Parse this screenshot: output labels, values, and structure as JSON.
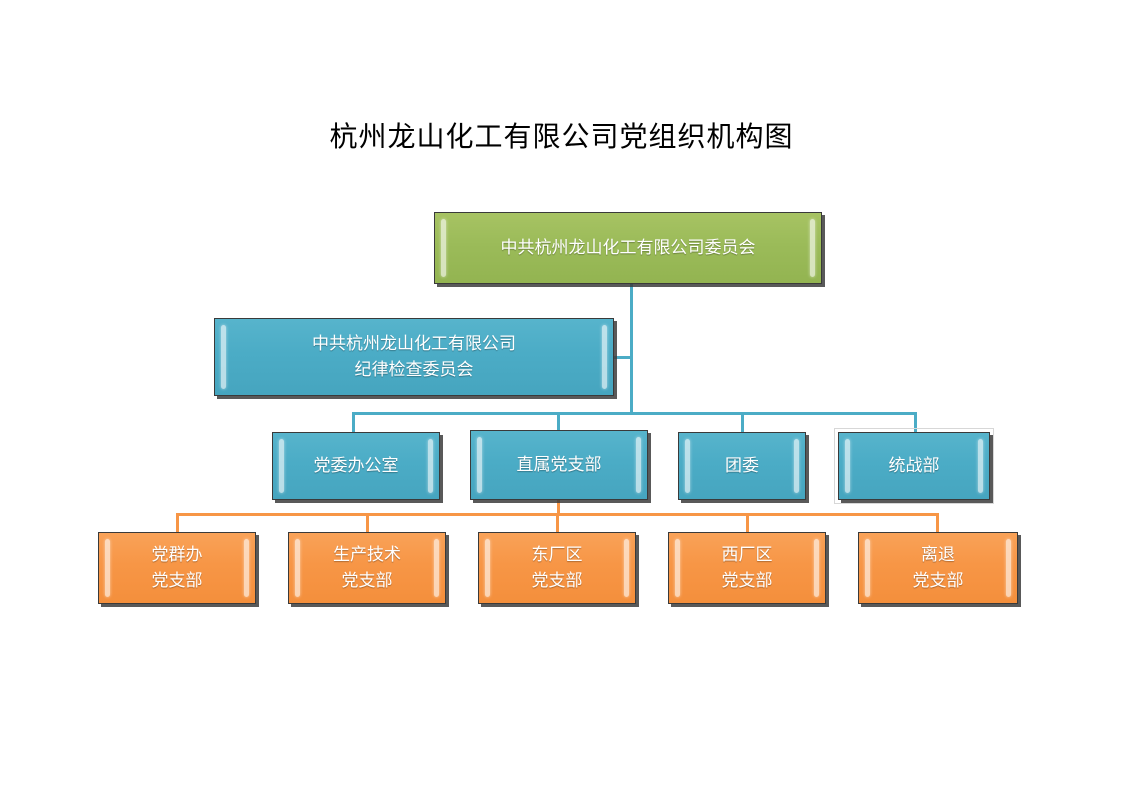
{
  "title": "杭州龙山化工有限公司党组织机构图",
  "colors": {
    "green": "#9BBB59",
    "blue": "#4BACC6",
    "orange": "#F79646",
    "connector_blue": "#4BACC6",
    "connector_orange": "#F79646",
    "text": "#FFFFFF",
    "title_text": "#000000",
    "background": "#FFFFFF",
    "border": "#3A3A3A"
  },
  "chart_data": {
    "type": "diagram",
    "diagram_type": "organization-chart",
    "title": "杭州龙山化工有限公司党组织机构图",
    "levels": 4,
    "nodes": [
      {
        "id": "party-committee",
        "label": "中共杭州龙山化工有限公司委员会",
        "level": 0,
        "color": "#9BBB59",
        "parent": null
      },
      {
        "id": "discipline",
        "label": "中共杭州龙山化工有限公司\n纪律检查委员会",
        "level": 1,
        "color": "#4BACC6",
        "parent": "party-committee",
        "attachment": "assistant-left"
      },
      {
        "id": "office",
        "label": "党委办公室",
        "level": 2,
        "color": "#4BACC6",
        "parent": "party-committee"
      },
      {
        "id": "direct-branch",
        "label": "直属党支部",
        "level": 2,
        "color": "#4BACC6",
        "parent": "party-committee"
      },
      {
        "id": "youth-league",
        "label": "团委",
        "level": 2,
        "color": "#4BACC6",
        "parent": "party-committee"
      },
      {
        "id": "united-front",
        "label": "统战部",
        "level": 2,
        "color": "#4BACC6",
        "parent": "party-committee"
      },
      {
        "id": "mass-org",
        "label": "党群办\n党支部",
        "level": 3,
        "color": "#F79646",
        "parent": "direct-branch"
      },
      {
        "id": "production",
        "label": "生产技术\n党支部",
        "level": 3,
        "color": "#F79646",
        "parent": "direct-branch"
      },
      {
        "id": "east-plant",
        "label": "东厂区\n党支部",
        "level": 3,
        "color": "#F79646",
        "parent": "direct-branch"
      },
      {
        "id": "west-plant",
        "label": "西厂区\n党支部",
        "level": 3,
        "color": "#F79646",
        "parent": "direct-branch"
      },
      {
        "id": "retired",
        "label": "离退\n党支部",
        "level": 3,
        "color": "#F79646",
        "parent": "direct-branch"
      }
    ],
    "edges": [
      {
        "from": "party-committee",
        "to": "discipline"
      },
      {
        "from": "party-committee",
        "to": "office"
      },
      {
        "from": "party-committee",
        "to": "direct-branch"
      },
      {
        "from": "party-committee",
        "to": "youth-league"
      },
      {
        "from": "party-committee",
        "to": "united-front"
      },
      {
        "from": "direct-branch",
        "to": "mass-org"
      },
      {
        "from": "direct-branch",
        "to": "production"
      },
      {
        "from": "direct-branch",
        "to": "east-plant"
      },
      {
        "from": "direct-branch",
        "to": "west-plant"
      },
      {
        "from": "direct-branch",
        "to": "retired"
      }
    ]
  },
  "nodes": {
    "party_committee": {
      "label": "中共杭州龙山化工有限公司委员会"
    },
    "discipline": {
      "label": "中共杭州龙山化工有限公司\n纪律检查委员会"
    },
    "office": {
      "label": "党委办公室"
    },
    "direct_branch": {
      "label": "直属党支部"
    },
    "youth_league": {
      "label": "团委"
    },
    "united_front": {
      "label": "统战部"
    },
    "mass_org": {
      "label": "党群办\n党支部"
    },
    "production": {
      "label": "生产技术\n党支部"
    },
    "east_plant": {
      "label": "东厂区\n党支部"
    },
    "west_plant": {
      "label": "西厂区\n党支部"
    },
    "retired": {
      "label": "离退\n党支部"
    }
  }
}
